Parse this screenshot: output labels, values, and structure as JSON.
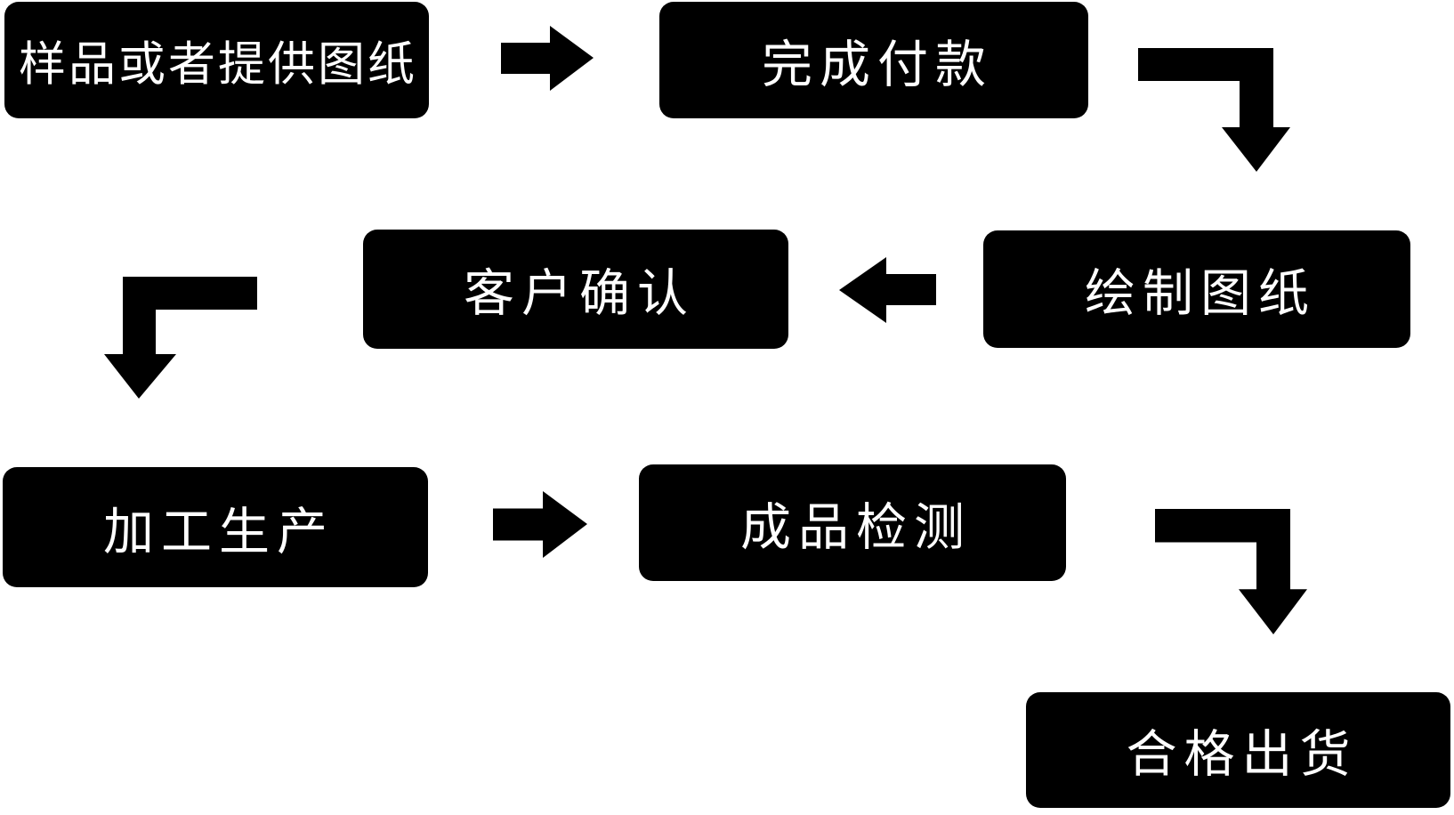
{
  "page": {
    "background_color": "#ffffff",
    "node_fill_color": "#000000",
    "node_text_color": "#ffffff",
    "arrow_color": "#000000"
  },
  "flowchart": {
    "nodes": [
      {
        "id": "sample",
        "label": "样品或者提供图纸"
      },
      {
        "id": "payment",
        "label": "完成付款"
      },
      {
        "id": "draw",
        "label": "绘制图纸"
      },
      {
        "id": "confirm",
        "label": "客户确认"
      },
      {
        "id": "process",
        "label": "加工生产"
      },
      {
        "id": "inspect",
        "label": "成品检测"
      },
      {
        "id": "ship",
        "label": "合格出货"
      }
    ],
    "connections": [
      {
        "from": "样品或者提供图纸",
        "to": "完成付款",
        "arrow_icon": "right-arrow-icon"
      },
      {
        "from": "完成付款",
        "to": "绘制图纸",
        "arrow_icon": "elbow-down-right-arrow-icon"
      },
      {
        "from": "绘制图纸",
        "to": "客户确认",
        "arrow_icon": "left-arrow-icon"
      },
      {
        "from": "客户确认",
        "to": "加工生产",
        "arrow_icon": "elbow-down-left-arrow-icon"
      },
      {
        "from": "加工生产",
        "to": "成品检测",
        "arrow_icon": "right-arrow-icon"
      },
      {
        "from": "成品检测",
        "to": "合格出货",
        "arrow_icon": "elbow-down-right-arrow-icon"
      }
    ]
  }
}
